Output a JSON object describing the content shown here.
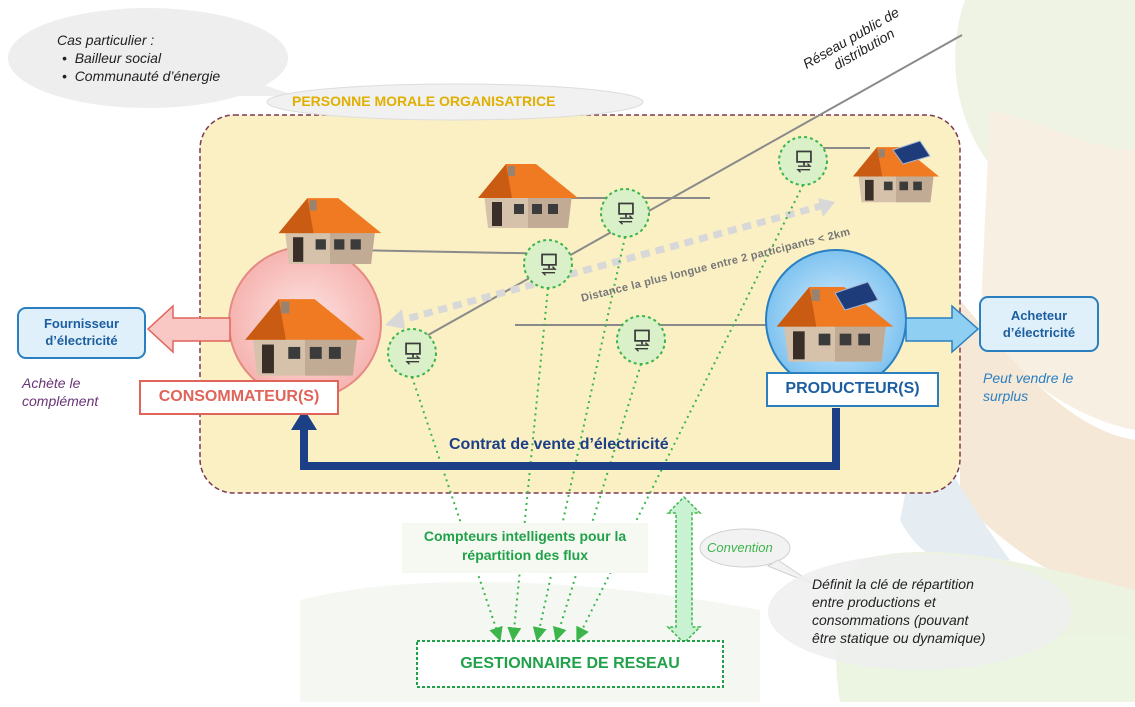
{
  "special_case": {
    "title": "Cas particulier :",
    "items": [
      "Bailleur social",
      "Communauté d’énergie"
    ]
  },
  "organizer_label": "PERSONNE MORALE ORGANISATRICE",
  "public_network_label": [
    "Réseau public de",
    "distribution"
  ],
  "distance_label": "Distance la plus longue entre 2 participants < 2km",
  "supplier": {
    "label": [
      "Fournisseur",
      "d’électricité"
    ],
    "note": [
      "Achète le",
      "complément"
    ]
  },
  "buyer": {
    "label": [
      "Acheteur",
      "d’électricité"
    ],
    "note": [
      "Peut vendre le",
      "surplus"
    ]
  },
  "consumer_label": "CONSOMMATEUR(S)",
  "producer_label": "PRODUCTEUR(S)",
  "contract_label": "Contrat de vente d’électricité",
  "smart_meters_label": [
    "Compteurs intelligents pour la",
    "répartition des flux"
  ],
  "convention_label": "Convention",
  "convention_note": [
    "Définit la clé de répartition",
    "entre productions et",
    "consommations (pouvant",
    "être statique ou dynamique)"
  ],
  "grid_manager_label": "GESTIONNAIRE DE RESEAU",
  "colors": {
    "organizer_fill": "#fbf0c4",
    "organizer_border": "#7a3b55",
    "organizer_text": "#e0b000",
    "consumer": "#e0645a",
    "producer": "#2a7fc1",
    "contract_arrow": "#1d3f86",
    "meter_green": "#3cb54a",
    "grid_manager": "#21a14a",
    "roof": "#f07a22",
    "house_wall": "#cdb7a0"
  }
}
